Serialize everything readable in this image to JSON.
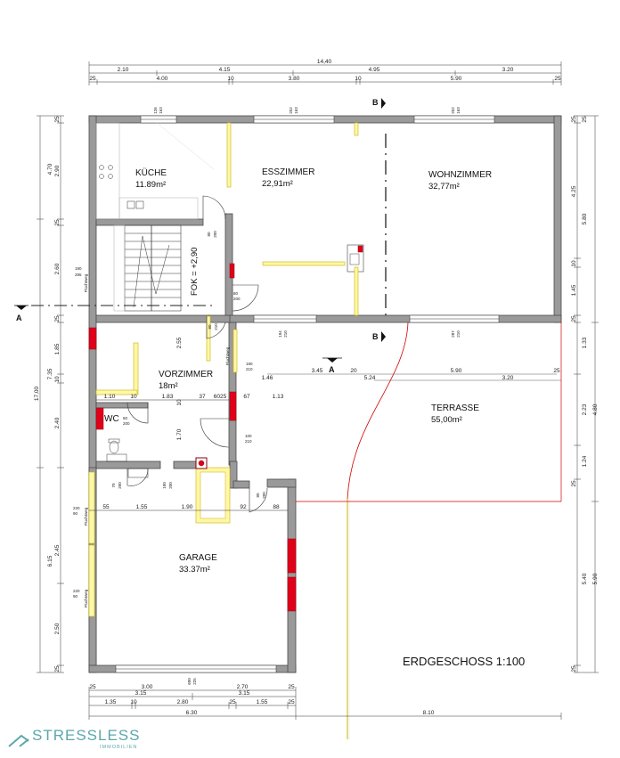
{
  "title": "ERDGESCHOSS 1:100",
  "rooms": {
    "kueche": {
      "name": "KÜCHE",
      "area": "11.89m²"
    },
    "esszimmer": {
      "name": "ESSZIMMER",
      "area": "22,91m²"
    },
    "wohnzimmer": {
      "name": "WOHNZIMMER",
      "area": "32,77m²"
    },
    "vorzimmer": {
      "name": "VORZIMMER",
      "area": "18m²"
    },
    "wc": {
      "name": "WC"
    },
    "terrasse": {
      "name": "TERRASSE",
      "area": "55,00m²"
    },
    "garage": {
      "name": "GARAGE",
      "area": "33.37m²"
    }
  },
  "annotations": {
    "fok": "FOK = +2,90",
    "section_b": "B",
    "section_a": "A",
    "fluchtweg": "Fluchtweg"
  },
  "dims_top": {
    "overall": "14,40",
    "row2": [
      "2.10",
      "4.15",
      "4.95",
      "3.20"
    ],
    "row3": [
      "25",
      "4.00",
      "10",
      "3.80",
      "10",
      "5.90",
      "25"
    ]
  },
  "dims_bottom": {
    "row1": [
      "25",
      "3.00",
      "2.70",
      "25"
    ],
    "row2": [
      "3.15",
      "3.15"
    ],
    "row3": [
      "1.35",
      "10",
      "2.80",
      "25",
      "1.55",
      "25"
    ],
    "row4": [
      "6.30",
      "8.10"
    ]
  },
  "dims_left_outer": {
    "overall": "17,00",
    "items": [
      "4.70",
      "7.35",
      "6.15"
    ]
  },
  "dims_left_inner": [
    "25",
    "2.90",
    "25",
    "2.60",
    "25",
    "1.85",
    "10",
    "2.40",
    "2.45",
    "2.50",
    "25"
  ],
  "dims_right": {
    "outer": [
      "5.80",
      "4.80",
      "5.90"
    ],
    "inner": [
      "25",
      "25",
      "4.25",
      "10",
      "1.45",
      "25",
      "1.33",
      "2.23",
      "1.24",
      "25",
      "5.40",
      "25"
    ]
  },
  "dims_interior": {
    "vorzimmer_row": [
      "1.10",
      "10",
      "1.83",
      "37",
      "6025",
      "67",
      "1.13"
    ],
    "terrace_row1": [
      "3.45",
      "20",
      "5.90",
      "25"
    ],
    "terrace_row2": [
      "1.46",
      "5.24",
      "3.20"
    ],
    "garage_row": [
      "55",
      "1.55",
      "1.90",
      "92",
      "88"
    ],
    "v_255": "2.55",
    "v_170": "1.70",
    "v_10": "10"
  },
  "openings": {
    "w1": [
      "126",
      "163"
    ],
    "w2": [
      "252",
      "163"
    ],
    "w3": [
      "252",
      "163"
    ],
    "d_kueche": [
      "80",
      "200"
    ],
    "d_ess": [
      "80",
      "200"
    ],
    "d_flur": [
      "80",
      "210"
    ],
    "terrace_door1": [
      "194",
      "210"
    ],
    "terrace_door2": [
      "287",
      "210"
    ],
    "d_vorz": [
      "190",
      "210"
    ],
    "d_wc": [
      "60",
      "200"
    ],
    "d_100": [
      "100",
      "210"
    ],
    "d_70": [
      "70",
      "200"
    ],
    "d_100b": [
      "100",
      "200"
    ],
    "d_garage_side": [
      "80",
      "200"
    ],
    "garage_gate": [
      "600",
      "225"
    ],
    "stair_win": [
      "190",
      "295"
    ],
    "garage_win1": [
      "220",
      "90"
    ],
    "garage_win2": [
      "220",
      "90"
    ]
  },
  "logo": {
    "name": "STRESSLESS",
    "sub": "IMMOBILIEN"
  }
}
